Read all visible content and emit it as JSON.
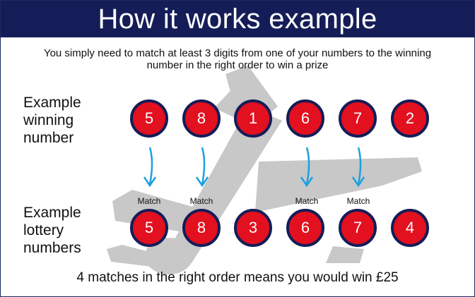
{
  "title": "How it works example",
  "subtitle": "You simply need to match at least 3 digits from one of your numbers to the winning number in the right order to win a prize",
  "winning": {
    "label_lines": [
      "Example",
      "winning",
      "number"
    ],
    "digits": [
      "5",
      "8",
      "1",
      "6",
      "7",
      "2"
    ]
  },
  "lottery": {
    "label_lines": [
      "Example",
      "lottery",
      "numbers"
    ],
    "digits": [
      "5",
      "8",
      "3",
      "6",
      "7",
      "4"
    ]
  },
  "matches": [
    "Match",
    "Match",
    "Match",
    "Match"
  ],
  "footer": "4 matches in the right order means you would win £25",
  "colors": {
    "header_bg": "#141d57",
    "ball_fill": "#e3101f",
    "ball_ring": "#141d57",
    "arrow": "#1ba0e0",
    "plane": "#c8c8c8"
  }
}
